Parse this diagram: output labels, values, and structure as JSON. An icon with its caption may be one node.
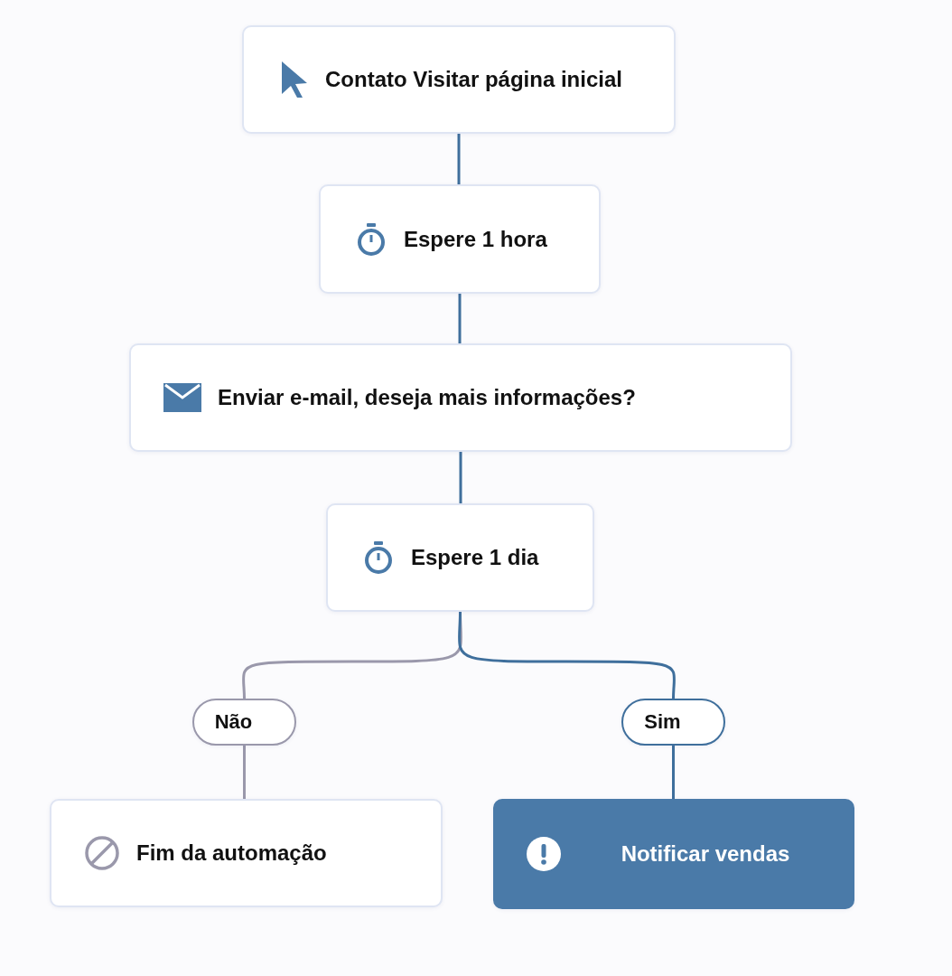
{
  "diagram": {
    "nodes": [
      {
        "text": [
          "Contato Visitar página inicial"
        ]
      },
      {
        "text": [
          "Espere 1 hora"
        ]
      },
      {
        "text": [
          "Enviar e-mail, deseja mais informações?"
        ]
      },
      {
        "text": [
          "Espere 1 dia"
        ]
      },
      {
        "text": [
          "Não"
        ]
      },
      {
        "text": [
          "Sim"
        ]
      },
      {
        "text": [
          "Fim da automação"
        ]
      },
      {
        "text": [
          "Notificar vendas"
        ]
      }
    ],
    "edges": [
      {
        "from": 0,
        "to": 1,
        "arrow": "none"
      },
      {
        "from": 1,
        "to": 2,
        "arrow": "none"
      },
      {
        "from": 2,
        "to": 3,
        "arrow": "none"
      },
      {
        "from": 3,
        "to": 4,
        "arrow": "none",
        "color": "#9a98ab"
      },
      {
        "from": 3,
        "to": 5,
        "arrow": "none"
      },
      {
        "from": 4,
        "to": 6,
        "arrow": "none",
        "color": "#9a98ab"
      },
      {
        "from": 5,
        "to": 7,
        "arrow": "none"
      }
    ]
  }
}
